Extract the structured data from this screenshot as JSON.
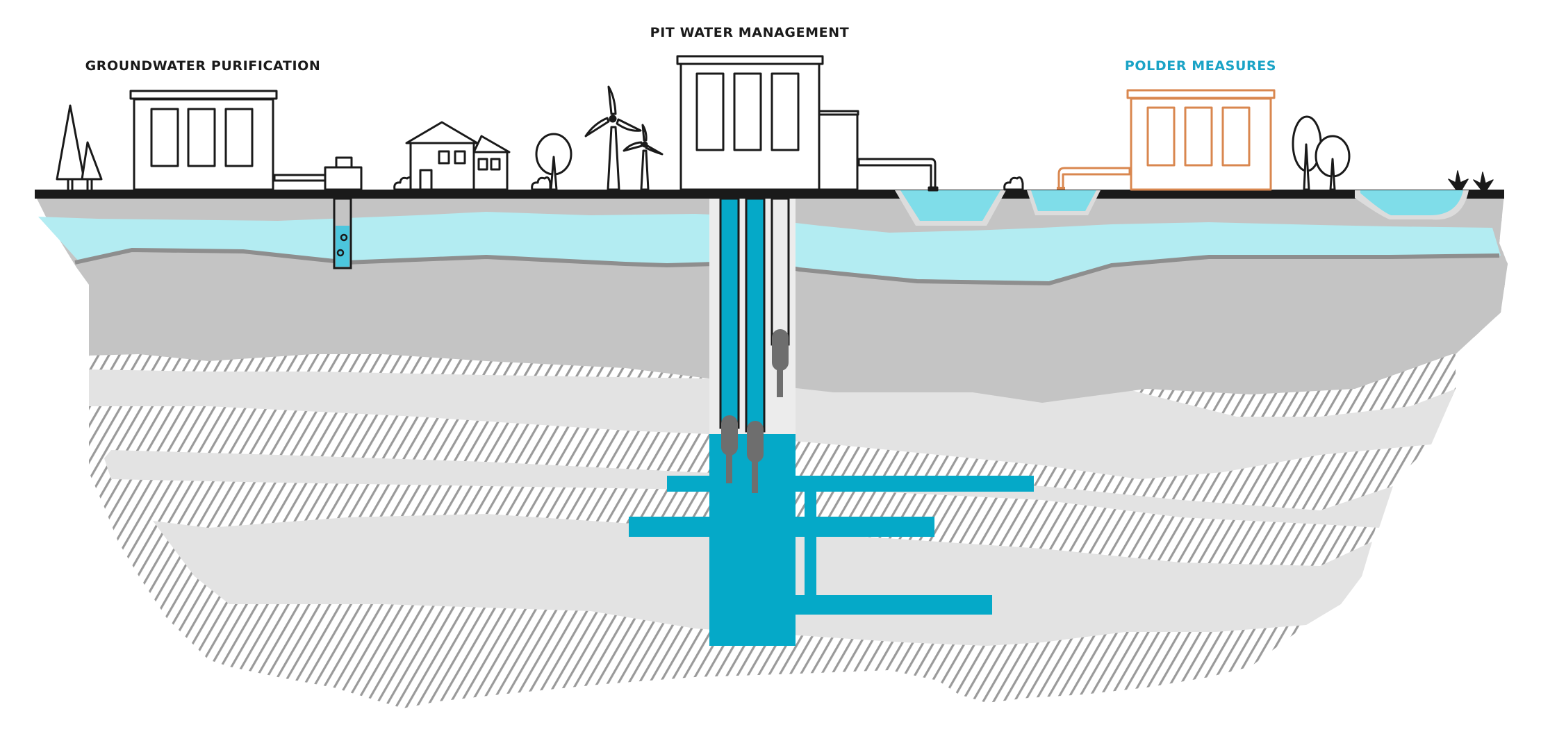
{
  "labels": {
    "groundwater_purification": "GROUNDWATER PURIFICATION",
    "pit_water_management": "PIT WATER MANAGEMENT",
    "polder_measures": "POLDER MEASURES"
  },
  "colors": {
    "ink": "#1a1a1a",
    "label_dark": "#1a1a1a",
    "label_accent": "#1aa3c6",
    "polder_building": "#d9874f",
    "topsoil": "#c4c4c4",
    "aquifer": "#b3ecf2",
    "clay_line": "#8e8e8e",
    "light_layer": "#e3e3e3",
    "hatch": "#9a9a9a",
    "pit_water": "#05a9c8",
    "pump_gray": "#6e6e6e",
    "pond_water": "#7fdde9",
    "pond_rim": "#dcdcdc",
    "shaft": "#ececec"
  },
  "icons": [
    "conifer-trees-icon",
    "purification-building-icon",
    "groundwater-pump-icon",
    "monitoring-well-icon",
    "house-icon",
    "bush-icon",
    "deciduous-tree-icon",
    "wind-turbine-icon",
    "pit-management-building-icon",
    "discharge-pipe-icon",
    "retention-pond-icon",
    "polder-building-icon",
    "polder-pipe-icon",
    "tree-pair-icon",
    "natural-pond-icon",
    "grass-tuft-icon",
    "mine-shaft-icon",
    "submersible-pump-icon",
    "underground-galleries-icon"
  ]
}
